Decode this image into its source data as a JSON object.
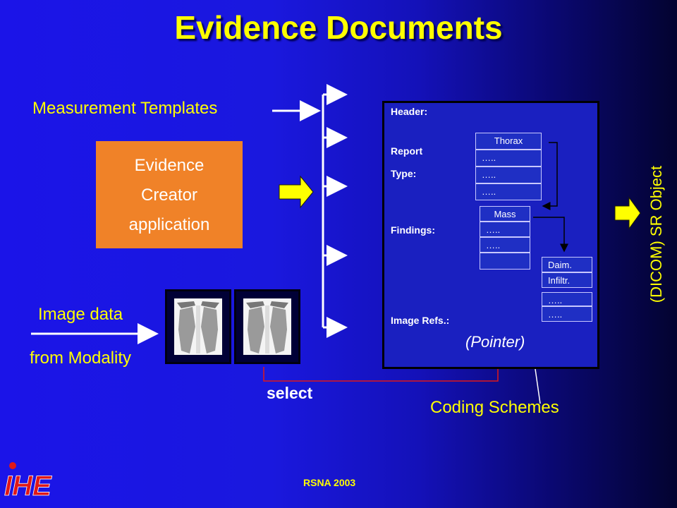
{
  "title": "Evidence Documents",
  "labels": {
    "measurement_templates": "Measurement Templates",
    "evidence_creator": [
      "Evidence",
      "Creator",
      "application"
    ],
    "image_data": "Image data",
    "from_modality": "from Modality",
    "select": "select",
    "coding_schemes": "Coding Schemes",
    "pointer": "(Pointer)",
    "sr_object": "(DICOM) SR Object",
    "footer": "RSNA 2003",
    "logo": "IHE"
  },
  "sr": {
    "header": "Header:",
    "report": "Report",
    "type": "Type:",
    "findings": "Findings:",
    "image_refs": "Image Refs.:",
    "report_cells": [
      "Thorax",
      "…..",
      "…..",
      "….."
    ],
    "findings_cells": [
      "Mass",
      "…..",
      "…..",
      ""
    ],
    "code_cells": [
      "Daim.",
      "Infiltr.",
      "…..",
      "….."
    ]
  },
  "colors": {
    "title": "#ffff00",
    "orange_box": "#f08228",
    "select_line": "#e01818"
  }
}
